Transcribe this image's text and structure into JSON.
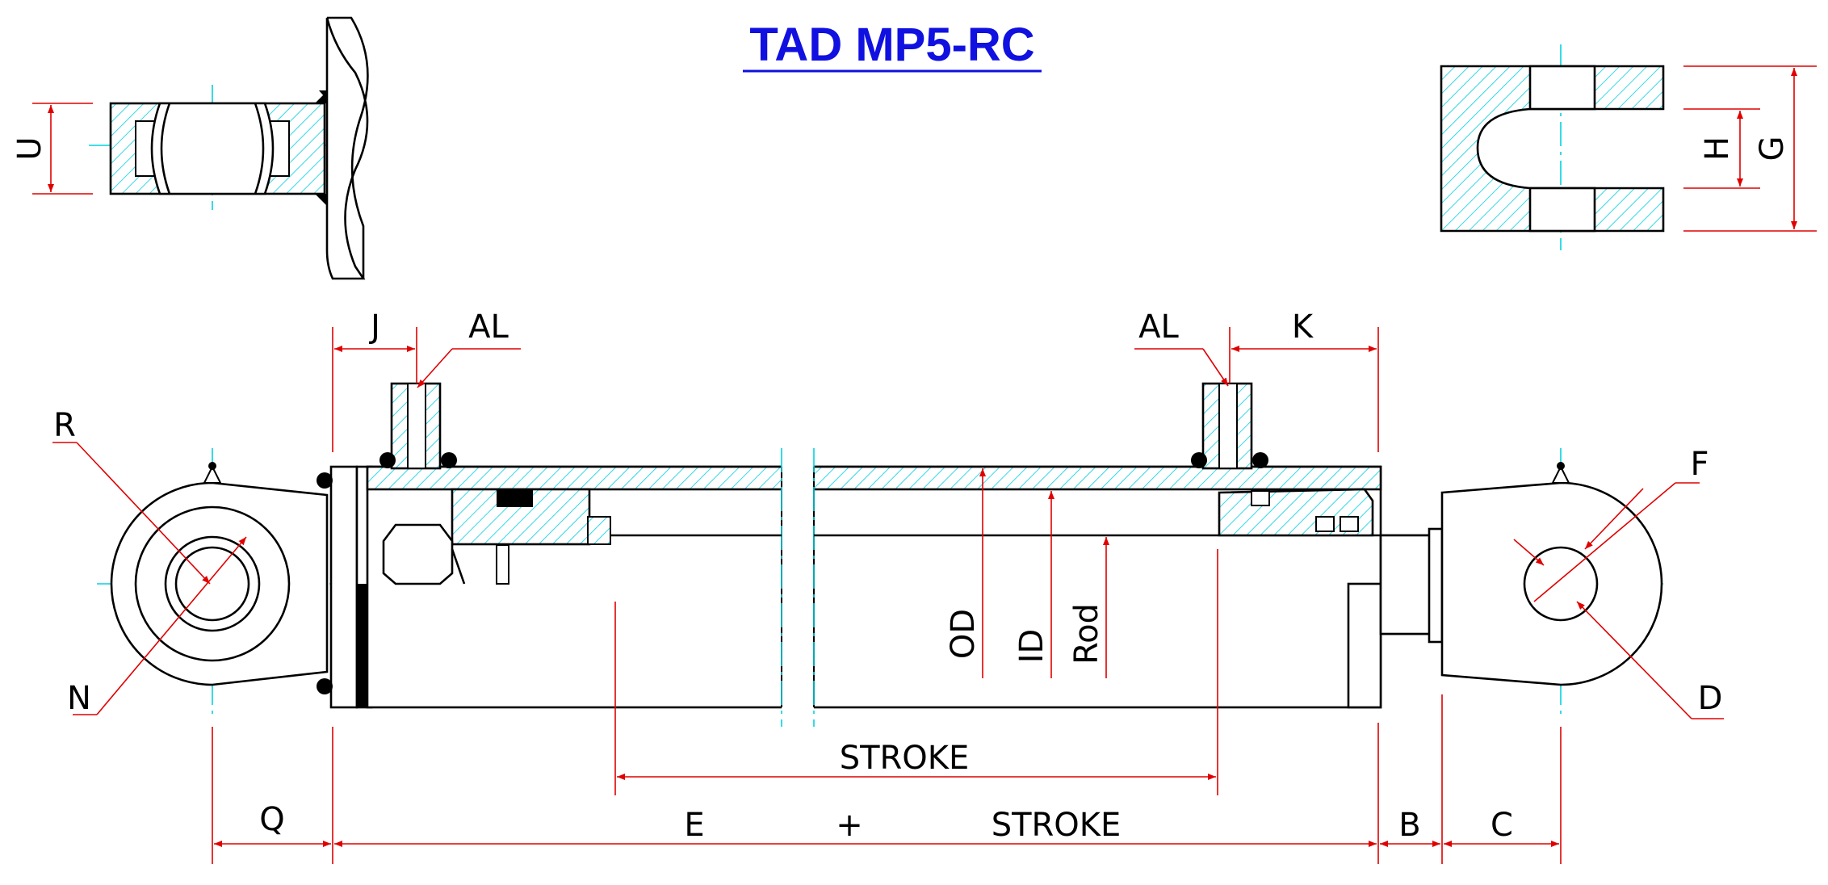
{
  "title": "TAD MP5-RC",
  "colors": {
    "title": "#1010e0",
    "dimension": "#e00000",
    "centerline": "#00d4e0",
    "hatch": "#00cfe0"
  },
  "labels": {
    "U": "U",
    "H": "H",
    "G": "G",
    "J": "J",
    "AL_left": "AL",
    "AL_right": "AL",
    "K": "K",
    "R": "R",
    "N": "N",
    "F": "F",
    "D": "D",
    "OD": "OD",
    "ID": "ID",
    "Rod": "Rod",
    "stroke_inner": "STROKE",
    "Q": "Q",
    "E": "E",
    "plus": "+",
    "stroke_outer": "STROKE",
    "B": "B",
    "C": "C"
  }
}
